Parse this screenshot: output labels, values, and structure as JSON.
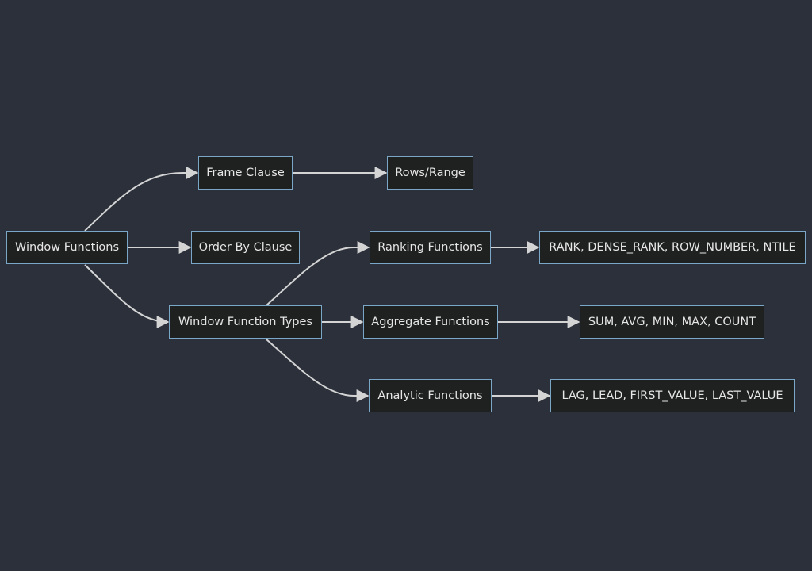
{
  "diagram": {
    "nodes": {
      "window_functions": "Window Functions",
      "frame_clause": "Frame Clause",
      "rows_range": "Rows/Range",
      "order_by_clause": "Order By Clause",
      "window_function_types": "Window Function Types",
      "ranking_functions": "Ranking Functions",
      "aggregate_functions": "Aggregate Functions",
      "analytic_functions": "Analytic Functions",
      "ranking_list": "RANK, DENSE_RANK, ROW_NUMBER, NTILE",
      "aggregate_list": "SUM, AVG, MIN, MAX, COUNT",
      "analytic_list": "LAG, LEAD, FIRST_VALUE, LAST_VALUE"
    },
    "edges": [
      {
        "from": "window_functions",
        "to": "frame_clause"
      },
      {
        "from": "window_functions",
        "to": "order_by_clause"
      },
      {
        "from": "window_functions",
        "to": "window_function_types"
      },
      {
        "from": "frame_clause",
        "to": "rows_range"
      },
      {
        "from": "window_function_types",
        "to": "ranking_functions"
      },
      {
        "from": "window_function_types",
        "to": "aggregate_functions"
      },
      {
        "from": "window_function_types",
        "to": "analytic_functions"
      },
      {
        "from": "ranking_functions",
        "to": "ranking_list"
      },
      {
        "from": "aggregate_functions",
        "to": "aggregate_list"
      },
      {
        "from": "analytic_functions",
        "to": "analytic_list"
      }
    ],
    "colors": {
      "background": "#2b303b",
      "node_fill": "#1f2020",
      "node_border": "#7aa6c8",
      "edge": "#d4d4d4",
      "text": "#e6e6e6"
    }
  }
}
